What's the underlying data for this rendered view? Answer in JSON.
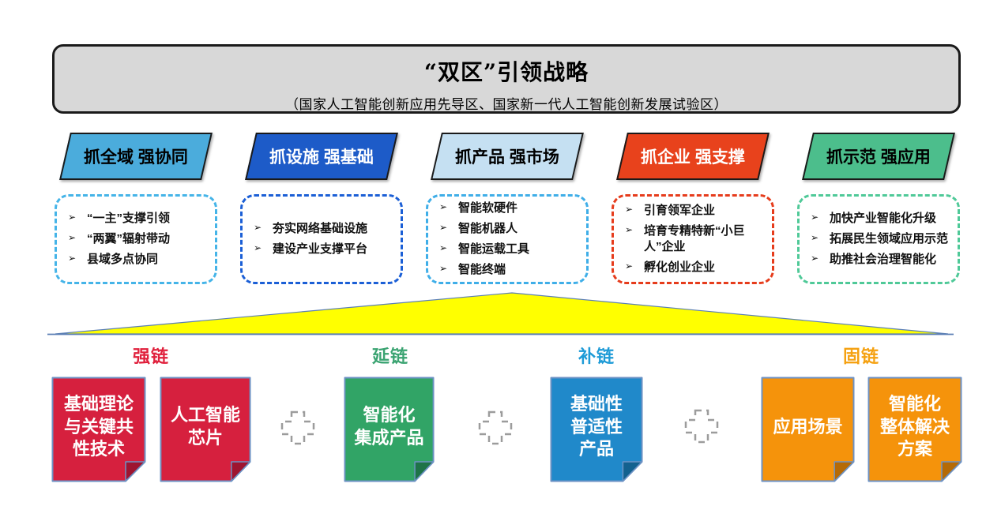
{
  "banner": {
    "title": "“双区”引领战略",
    "subtitle": "（国家人工智能创新应用先导区、国家新一代人工智能创新发展试验区）",
    "bg": "#D8D8D8"
  },
  "bullet": "➢",
  "pillars": [
    {
      "header": "抓全域 强协同",
      "header_bg": "#4BACDC",
      "header_text": "#000000",
      "border_color": "#45B4E8",
      "items": [
        "“一主”支撑引领",
        "“两翼”辐射带动",
        "县域多点协同"
      ]
    },
    {
      "header": "抓设施 强基础",
      "header_bg": "#1D5BC8",
      "header_text": "#FFFFFF",
      "border_color": "#1B5FD6",
      "items": [
        "夯实网络基础设施",
        "建设产业支撑平台"
      ]
    },
    {
      "header": "抓产品 强市场",
      "header_bg": "#C5E0F2",
      "header_text": "#000000",
      "border_color": "#3FAEE8",
      "items": [
        "智能软硬件",
        "智能机器人",
        "智能运载工具",
        "智能终端"
      ]
    },
    {
      "header": "抓企业 强支撑",
      "header_bg": "#E8421C",
      "header_text": "#FFFFFF",
      "border_color": "#E63C1C",
      "items": [
        "引育领军企业",
        "培育专精特新“小巨人”企业",
        "孵化创业企业"
      ]
    },
    {
      "header": "抓示范 强应用",
      "header_bg": "#4CBE8C",
      "header_text": "#000000",
      "border_color": "#4FC998",
      "items": [
        "加快产业智能化升级",
        "拓展民生领域应用示范",
        "助推社会治理智能化"
      ]
    }
  ],
  "funnel": {
    "fill": "#FFFF00",
    "stroke": "#5B7FB5"
  },
  "plus_icon": {
    "color": "#9C9C9C"
  },
  "chain_groups": [
    {
      "label": "强链",
      "color": "#E0203C",
      "cards": [
        {
          "text": "基础理论\n与关键共\n性技术",
          "bg": "#D6203E",
          "fold": "#9E1530"
        },
        {
          "text": "人工智能\n芯片",
          "bg": "#D6203E",
          "fold": "#9E1530"
        }
      ]
    },
    {
      "label": "延链",
      "color": "#3AA371",
      "cards": [
        {
          "text": "智能化\n集成产品",
          "bg": "#31A466",
          "fold": "#1E7347"
        }
      ]
    },
    {
      "label": "补链",
      "color": "#1E9BD7",
      "cards": [
        {
          "text": "基础性\n普适性\n产品",
          "bg": "#2089CA",
          "fold": "#13618F"
        }
      ]
    },
    {
      "label": "固链",
      "color": "#F5A111",
      "cards": [
        {
          "text": "应用场景",
          "bg": "#F5930B",
          "fold": "#B56A06"
        },
        {
          "text": "智能化\n整体解决\n方案",
          "bg": "#F5930B",
          "fold": "#B56A06"
        }
      ]
    }
  ]
}
